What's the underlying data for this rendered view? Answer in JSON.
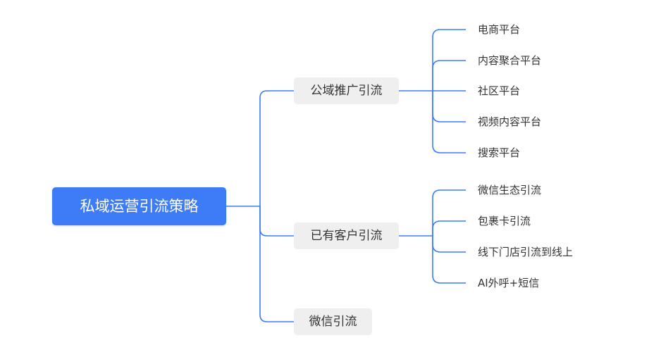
{
  "root": {
    "label": "私域运营引流策略"
  },
  "branches": [
    {
      "label": "公域推广引流",
      "children": [
        "电商平台",
        "内容聚合平台",
        "社区平台",
        "视频内容平台",
        "搜索平台"
      ]
    },
    {
      "label": "已有客户引流",
      "children": [
        "微信生态引流",
        "包裹卡引流",
        "线下门店引流到线上",
        "AI外呼+短信"
      ]
    },
    {
      "label": "微信引流",
      "children": []
    }
  ],
  "colors": {
    "root_fill": "#3d7bf7",
    "connector": "#3d7bf7",
    "branch_fill": "#efefef",
    "text": "#333333"
  }
}
